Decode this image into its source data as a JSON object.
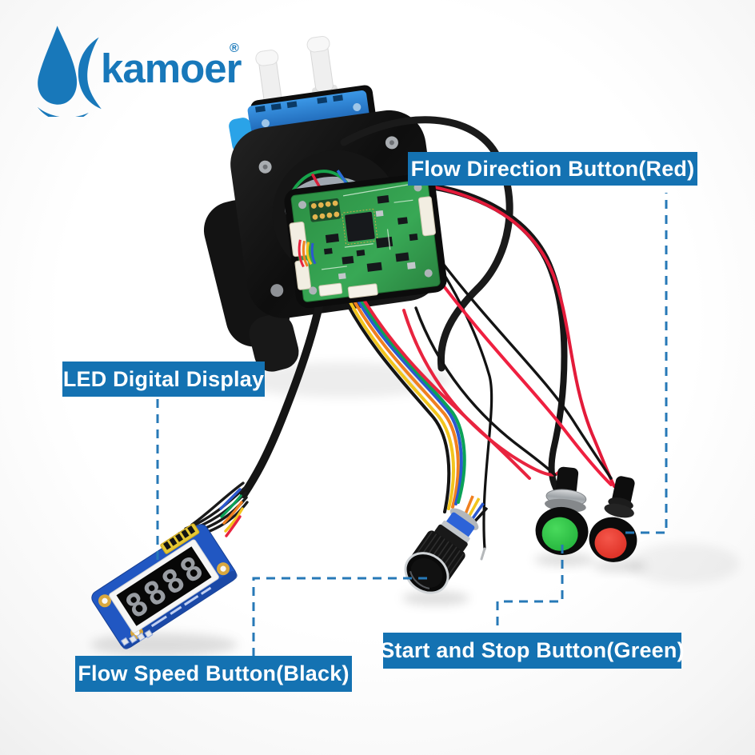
{
  "logo": {
    "brand": "kamoer",
    "registered_mark": "®"
  },
  "annotations": {
    "flow_direction_label": "Flow Direction Button(Red)",
    "led_display_label": "LED Digital Display",
    "flow_speed_label": "Flow Speed Button(Black)",
    "start_stop_label": "Start and Stop Button(Green)"
  },
  "device": {
    "display_digits": "8888"
  },
  "colors": {
    "label_background": "#1472b2",
    "label_text": "#ffffff",
    "leader_line": "#2779b7",
    "logo_blue": "#1878ba",
    "green_button": "#2ec23e",
    "red_button": "#e8352a",
    "black_knob": "#141414",
    "display_pcb_blue": "#2157c2",
    "pump_blue": "#2f8fe2",
    "board_green": "#2f9447"
  }
}
